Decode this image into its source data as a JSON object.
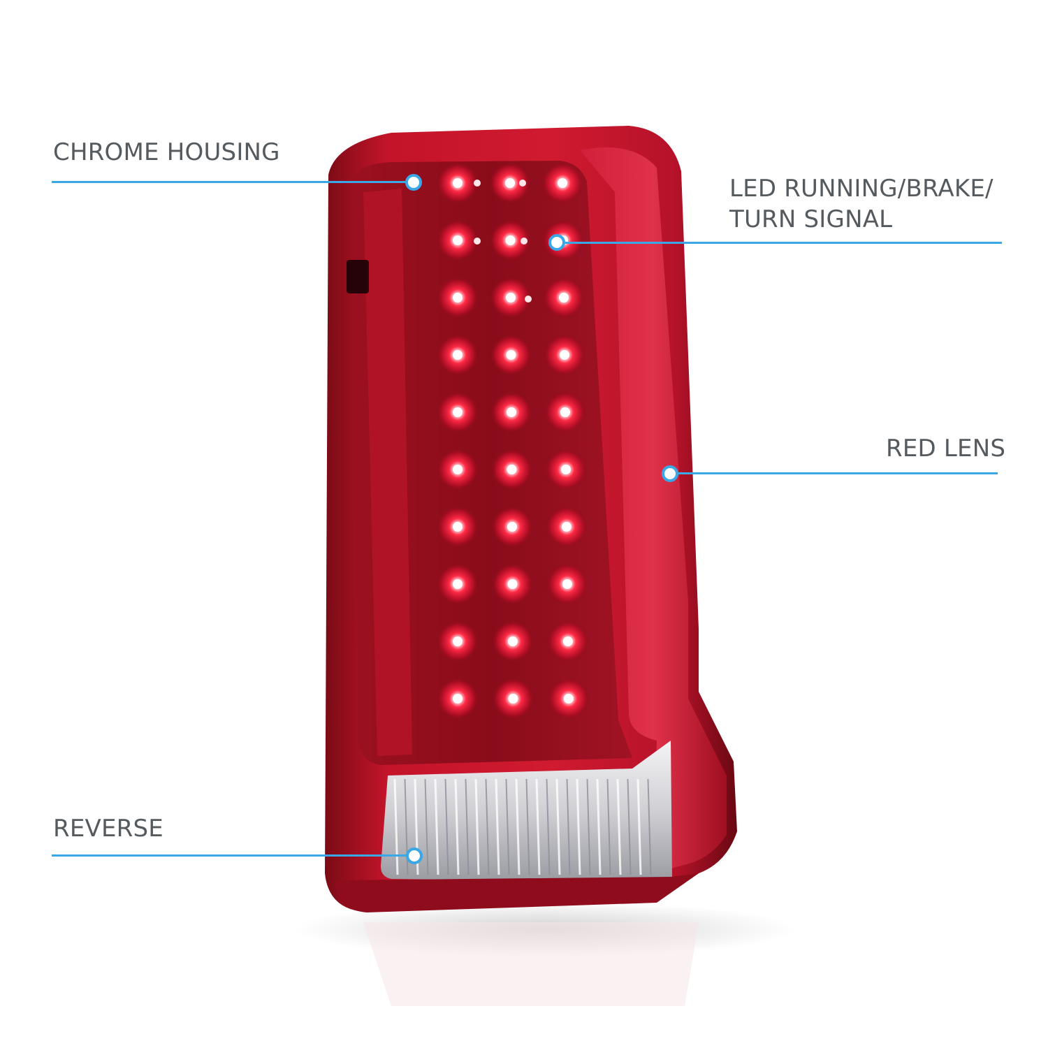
{
  "callouts": {
    "chrome_housing": {
      "label": "CHROME HOUSING"
    },
    "led_running": {
      "lines": [
        "LED RUNNING/BRAKE/",
        "TURN SIGNAL"
      ]
    },
    "red_lens": {
      "label": "RED LENS"
    },
    "reverse": {
      "label": "REVERSE"
    }
  },
  "colors": {
    "accent": "#3aa8e6",
    "text": "#555a5e",
    "lens_red": "#c8102e",
    "lens_dark": "#6e0a14",
    "led_core": "#ffffff",
    "reverse_chrome": "#e8e8ea"
  },
  "product": {
    "led_grid": {
      "columns": 3,
      "rows": 10
    }
  }
}
